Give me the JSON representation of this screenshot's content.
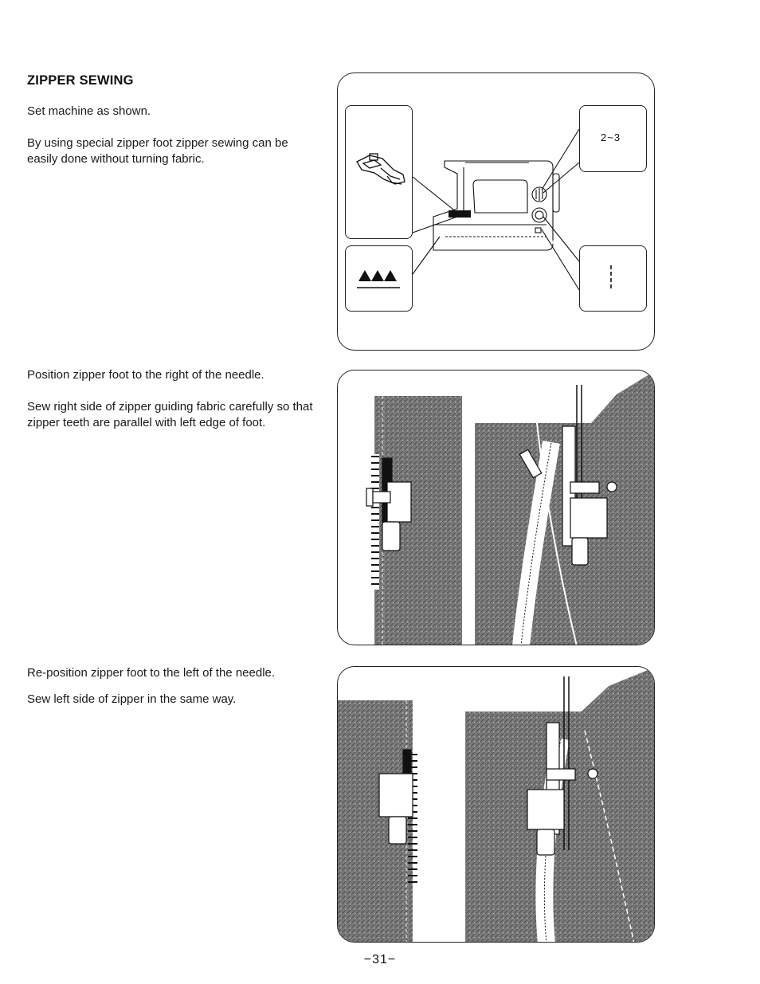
{
  "section": {
    "title": "ZIPPER SEWING"
  },
  "steps": [
    {
      "paragraphs": [
        "Set machine as shown.",
        "By using special zipper foot zipper sewing can be easily done without turning fabric."
      ]
    },
    {
      "paragraphs": [
        "Position zipper foot to the right of the needle.",
        "Sew right side of zipper guiding fabric carefully so that zipper teeth are parallel with left edge of foot."
      ]
    },
    {
      "paragraphs": [
        "Re-position zipper foot to the left of the needle.",
        "Sew left side of zipper in the same way."
      ]
    }
  ],
  "settings_panel": {
    "stitch_length_label": "2~3",
    "stitch_width_symbol": "straight-stitch-dashes",
    "feed_dog_symbol": "feed-dog-up-icon",
    "presser_foot_symbol": "zipper-foot-icon"
  },
  "page_number": "−31−",
  "colors": {
    "ink": "#111111",
    "fabric_gray": "#6e6e6e"
  }
}
